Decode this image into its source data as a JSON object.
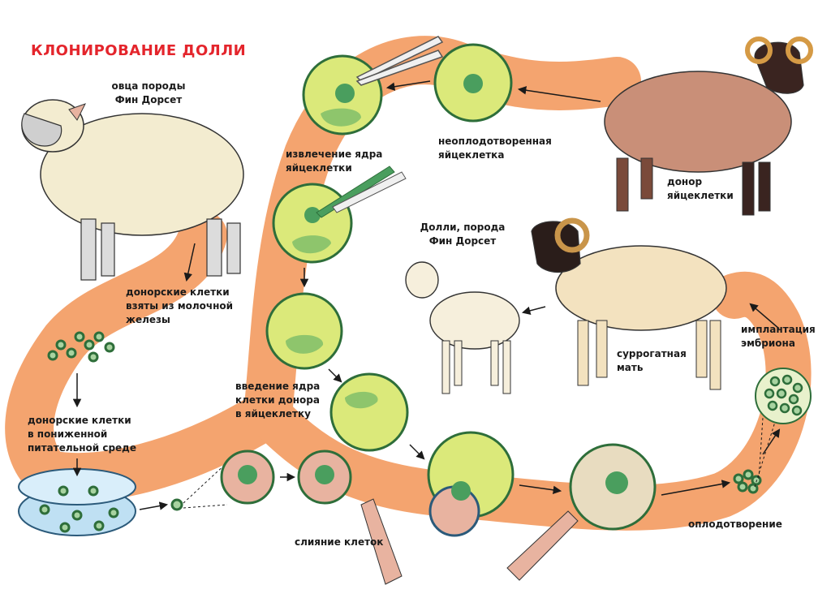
{
  "title": "КЛОНИРОВАНИЕ ДОЛЛИ",
  "colors": {
    "path": "#f4a46f",
    "title": "#e4252c",
    "egg_fill": "#dbe97a",
    "egg_ring": "#2e6e3a",
    "nucleus": "#4a9e5e",
    "donor_cell": "#e8b3a0",
    "dish": "#bfe0f3"
  },
  "labels": {
    "finn_dorset_sheep": "овца породы\nФин Дорсет",
    "donor_cells_mammary": "донорские клетки\nвзяты из молочной\nжелезы",
    "donor_cells_medium": "донорские клетки\nв пониженной\nпитательной среде",
    "egg_nucleus_removal": "извлечение ядра\nяйцеклетки",
    "unfertilized_egg": "неоплодотворенная\nяйцеклетка",
    "egg_donor": "донор\nяйцеклетки",
    "dolly": "Долли, порода\nФин Дорсет",
    "surrogate_mother": "суррогатная\nмать",
    "embryo_implantation": "имплантация\nэмбриона",
    "donor_nucleus_insertion": "введение ядра\nклетки донора\nв яйцеклетку",
    "cell_fusion": "слияние клеток",
    "fertilization": "оплодотворение"
  }
}
